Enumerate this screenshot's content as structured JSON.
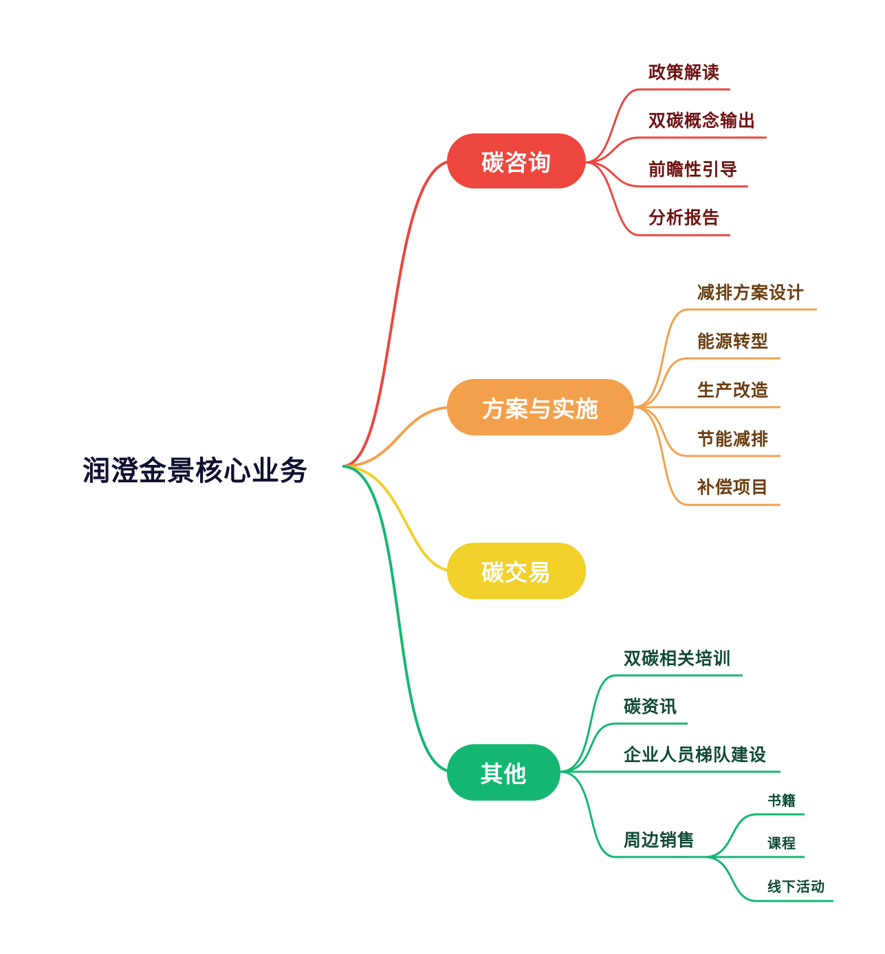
{
  "root": {
    "label": "润澄金景核心业务"
  },
  "colors": {
    "red": "#ec463e",
    "orange": "#f3a04c",
    "yellow": "#f1d12a",
    "green": "#14b772"
  },
  "branches": [
    {
      "label": "碳咨询",
      "color": "red",
      "children": [
        "政策解读",
        "双碳概念输出",
        "前瞻性引导",
        "分析报告"
      ]
    },
    {
      "label": "方案与实施",
      "color": "orange",
      "children": [
        "减排方案设计",
        "能源转型",
        "生产改造",
        "节能减排",
        "补偿项目"
      ]
    },
    {
      "label": "碳交易",
      "color": "yellow",
      "children": []
    },
    {
      "label": "其他",
      "color": "green",
      "children": [
        "双碳相关培训",
        "碳资讯",
        "企业人员梯队建设",
        "周边销售"
      ],
      "grandchildren": [
        "书籍",
        "课程",
        "线下活动"
      ]
    }
  ]
}
